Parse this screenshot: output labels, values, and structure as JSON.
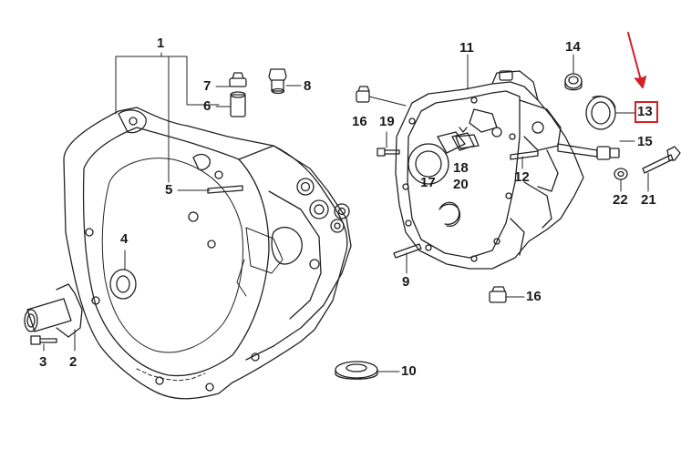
{
  "diagram": {
    "callouts": [
      {
        "id": "c1",
        "number": "1"
      },
      {
        "id": "c2",
        "number": "2"
      },
      {
        "id": "c3",
        "number": "3"
      },
      {
        "id": "c4",
        "number": "4"
      },
      {
        "id": "c5",
        "number": "5"
      },
      {
        "id": "c6",
        "number": "6"
      },
      {
        "id": "c7",
        "number": "7"
      },
      {
        "id": "c8",
        "number": "8"
      },
      {
        "id": "c9",
        "number": "9"
      },
      {
        "id": "c10",
        "number": "10"
      },
      {
        "id": "c11",
        "number": "11"
      },
      {
        "id": "c12",
        "number": "12"
      },
      {
        "id": "c13",
        "number": "13"
      },
      {
        "id": "c14",
        "number": "14"
      },
      {
        "id": "c15",
        "number": "15"
      },
      {
        "id": "c16a",
        "number": "16"
      },
      {
        "id": "c16b",
        "number": "16"
      },
      {
        "id": "c17",
        "number": "17"
      },
      {
        "id": "c18",
        "number": "18"
      },
      {
        "id": "c19",
        "number": "19"
      },
      {
        "id": "c20",
        "number": "20"
      },
      {
        "id": "c21",
        "number": "21"
      },
      {
        "id": "c22",
        "number": "22"
      }
    ],
    "highlighted_part": "13",
    "highlight_color": "#d42027",
    "line_color": "#222222"
  }
}
